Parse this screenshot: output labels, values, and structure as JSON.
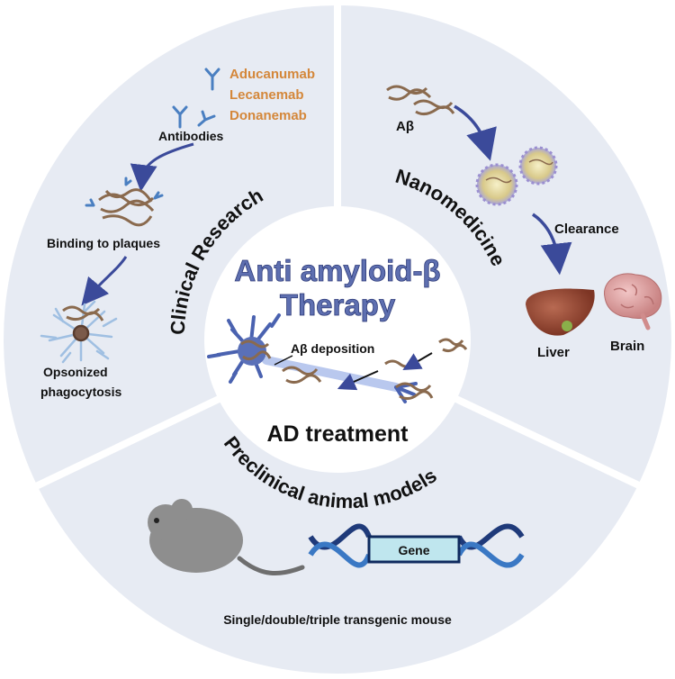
{
  "center": {
    "title_line1": "Anti amyloid-β",
    "title_line2": "Therapy",
    "deposition_label": "Aβ deposition",
    "treatment_label": "AD treatment"
  },
  "sectors": {
    "clinical": {
      "arc_title": "Clinical Research",
      "drugs": [
        "Aducanumab",
        "Lecanemab",
        "Donanemab"
      ],
      "antibodies_label": "Antibodies",
      "binding_label": "Binding to plaques",
      "opsonized_line1": "Opsonized",
      "opsonized_line2": "phagocytosis"
    },
    "nano": {
      "arc_title": "Nanomedicine",
      "abeta_label": "Aβ",
      "clearance_label": "Clearance",
      "liver_label": "Liver",
      "brain_label": "Brain"
    },
    "preclinical": {
      "arc_title": "Preclinical animal models",
      "gene_label": "Gene",
      "mouse_label": "Single/double/triple transgenic mouse"
    }
  },
  "colors": {
    "sector_fill": "#e7ebf3",
    "drug_orange": "#d4873a",
    "arrow_blue": "#3b4a9a",
    "title_blue": "#5e6fb0",
    "plaque_brown": "#8a6a4e",
    "antibody_blue": "#4a7fc1",
    "dna_navy": "#1f3a7a",
    "gene_box": "#bfe6ee",
    "mouse_gray": "#8e8e8e",
    "liver_brown": "#9a4a35",
    "brain_pink": "#e4a8a8"
  },
  "icons": [
    "antibody-icon",
    "plaque-icon",
    "nanoparticle-icon",
    "liver-icon",
    "brain-icon",
    "neuron-icon",
    "microglia-icon",
    "mouse-icon",
    "dna-helix-icon"
  ]
}
